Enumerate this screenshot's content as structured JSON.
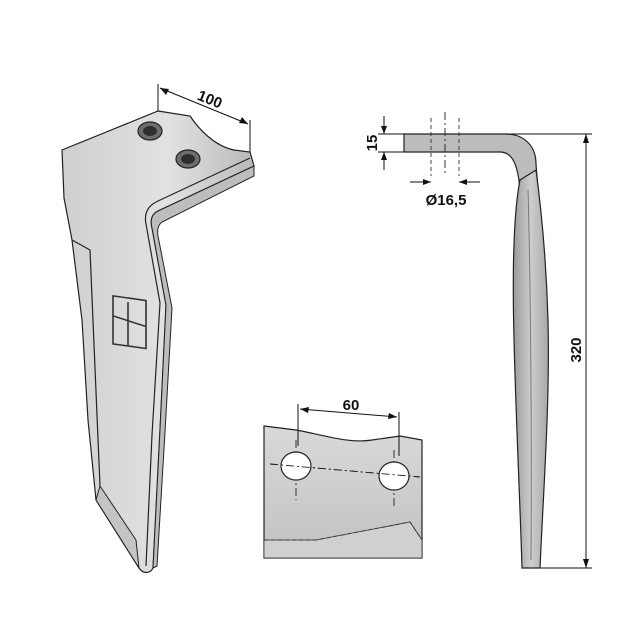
{
  "dimensions": {
    "width_top": "100",
    "thickness": "15",
    "hole_diameter": "Ø16,5",
    "height": "320",
    "hole_spacing": "60"
  },
  "colors": {
    "steel_light": "#d2d2d2",
    "steel_mid": "#b4b4b4",
    "steel_dark": "#8c8c8c",
    "outline": "#222222",
    "background": "#ffffff"
  },
  "icons": {
    "maker_logo": "square-logo-icon"
  }
}
